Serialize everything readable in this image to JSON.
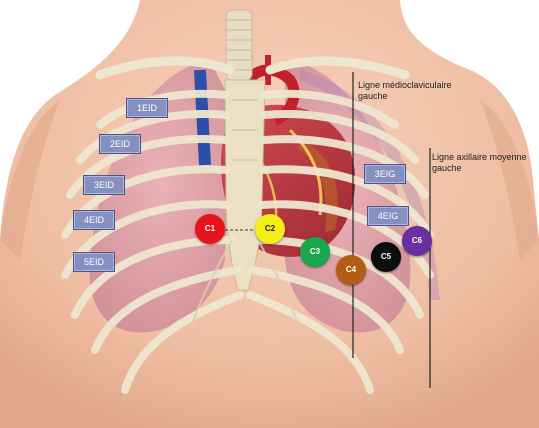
{
  "intercostal_labels": [
    "1EID",
    "2EID",
    "3EID",
    "4EID",
    "5EID",
    "3EIG",
    "4EIG"
  ],
  "electrodes": [
    {
      "label": "C1",
      "color": "#e8141b",
      "text_color": "#ffffff"
    },
    {
      "label": "C2",
      "color": "#f3ee18",
      "text_color": "#222222"
    },
    {
      "label": "C3",
      "color": "#1aa64a",
      "text_color": "#ffffff"
    },
    {
      "label": "C4",
      "color": "#b35c12",
      "text_color": "#ffffff"
    },
    {
      "label": "C5",
      "color": "#0d0d0d",
      "text_color": "#ffffff"
    },
    {
      "label": "C6",
      "color": "#6a2e9e",
      "text_color": "#ffffff"
    }
  ],
  "reference_lines": [
    {
      "label": "Ligne médioclaviculaire\ngauche"
    },
    {
      "label": "Ligne axillaire moyenne\ngauche"
    }
  ],
  "colors": {
    "skin": "#f2c3a8",
    "rib": "#efe6d0",
    "label_box": "#8590c0"
  }
}
